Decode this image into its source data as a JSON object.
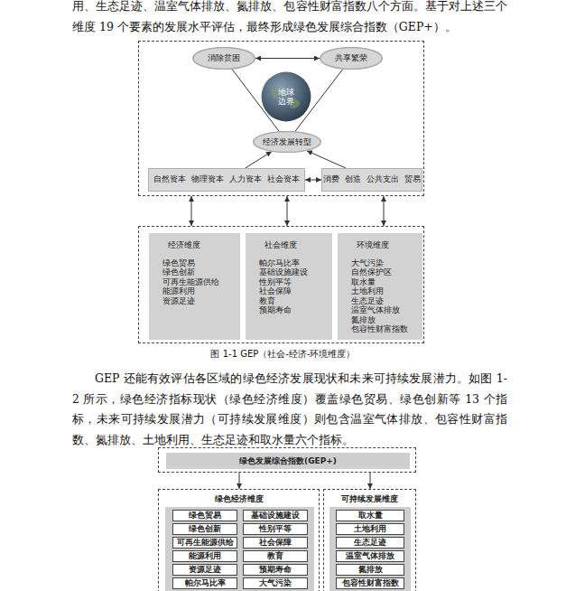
{
  "diagram": {
    "caption": "图 1-1 GEP（社会-经济-环境维度）",
    "nodes": [
      {
        "text": []
      },
      {
        "text": [
          "消除贫困"
        ],
        "in": 0
      },
      {
        "text": [
          "共享繁荣"
        ],
        "in": 0
      },
      {
        "text": [
          "地球边界"
        ],
        "in": 0
      },
      {
        "text": [
          "经济发展转型"
        ],
        "in": 0
      },
      {
        "text": [
          "自然资本",
          "物理资本",
          "人力资本",
          "社会资本"
        ],
        "in": 0
      },
      {
        "text": [
          "消费",
          "创造",
          "公共支出",
          "贸易"
        ],
        "in": 0
      },
      {
        "text": []
      },
      {
        "text": [
          "经济维度",
          "绿色贸易",
          "绿色创新",
          "可再生能源供给",
          "能源利用",
          "资源足迹"
        ],
        "in": 7
      },
      {
        "text": [
          "社会维度",
          "帕尔马比率",
          "基础设施建设",
          "性别平等",
          "社会保障",
          "教育",
          "预期寿命"
        ],
        "in": 7
      },
      {
        "text": [
          "环境维度",
          "大气污染",
          "自然保护区",
          "取水量",
          "土地利用",
          "生态足迹",
          "温室气体排放",
          "氮排放",
          "包容性财富指数"
        ],
        "in": 7
      },
      {
        "text": []
      },
      {
        "text": [
          "绿色发展综合指数(GEP+)"
        ],
        "in": 11
      },
      {
        "text": [
          "绿色经济维度"
        ]
      },
      {
        "text": [],
        "in": 13
      },
      {
        "text": [
          "绿色贸易"
        ],
        "in": 14
      },
      {
        "text": [
          "基础设施建设"
        ],
        "in": 14
      },
      {
        "text": [
          "绿色创新"
        ],
        "in": 14
      },
      {
        "text": [
          "性别平等"
        ],
        "in": 14
      },
      {
        "text": [
          "可再生能源供给"
        ],
        "in": 14
      },
      {
        "text": [
          "社会保障"
        ],
        "in": 14
      },
      {
        "text": [
          "能源利用"
        ],
        "in": 14
      },
      {
        "text": [
          "教育"
        ],
        "in": 14
      },
      {
        "text": [
          "资源足迹"
        ],
        "in": 14
      },
      {
        "text": [
          "预期寿命"
        ],
        "in": 14
      },
      {
        "text": [
          "帕尔马比率"
        ],
        "in": 14
      },
      {
        "text": [
          "大气污染"
        ],
        "in": 14
      },
      {
        "text": [
          "可持续发展维度"
        ]
      },
      {
        "text": [],
        "in": 27
      },
      {
        "text": [
          "取水量"
        ],
        "in": 28
      },
      {
        "text": [
          "土地利用"
        ],
        "in": 28
      },
      {
        "text": [
          "生态足迹"
        ],
        "in": 28
      },
      {
        "text": [
          "温室气体排放"
        ],
        "in": 28
      },
      {
        "text": [
          "氮排放"
        ],
        "in": 28
      },
      {
        "text": [
          "包容性财富指数"
        ],
        "in": 28
      }
    ],
    "edges": [
      {
        "from": 1,
        "to": 2,
        "arrow": "both"
      },
      {
        "from": 1,
        "to": 4,
        "arrow": "none"
      },
      {
        "from": 2,
        "to": 4,
        "arrow": "none"
      },
      {
        "from": 5,
        "to": 4,
        "arrow": "to"
      },
      {
        "from": 6,
        "to": 4,
        "arrow": "to"
      },
      {
        "from": 5,
        "to": 6,
        "arrow": "both"
      },
      {
        "from": 0,
        "to": 7,
        "arrow": "both"
      },
      {
        "from": 0,
        "to": 7,
        "arrow": "both"
      },
      {
        "from": 0,
        "to": 7,
        "arrow": "both"
      },
      {
        "from": 11,
        "to": 13,
        "arrow": "to"
      },
      {
        "from": 11,
        "to": 27,
        "arrow": "to"
      }
    ],
    "labels": [
      "用、生态足迹、温室气体排放、氮排放、包容性财富指数八个方面。基于对上述三个维度 19 个要素的发展水平评估，最终形成绿色发展综合指数（GEP+）。",
      "GEP 还能有效评估各区域的绿色经济发展现状和未来可持续发展潜力。如图 1-2 所示，绿色经济指标现状（绿色经济维度）覆盖绿色贸易、绿色创新等 13 个指标，未来可持续发展潜力（可持续发展维度）则包含温室气体排放、包容性财富指数、氮排放、土地利用、生态足迹和取水量六个指标。"
    ]
  }
}
